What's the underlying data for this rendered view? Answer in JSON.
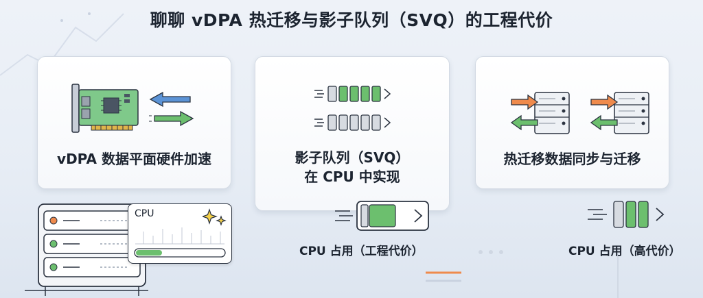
{
  "title": "聊聊 vDPA 热迁移与影子队列（SVQ）的工程代价",
  "cards": [
    {
      "label": "vDPA 数据平面硬件加速"
    },
    {
      "label_line1": "影子队列（SVQ）",
      "label_line2": "在 CPU 中实现"
    },
    {
      "label": "热迁移数据同步与迁移"
    }
  ],
  "cpu_panel": {
    "label": "CPU",
    "usage_level": 0.3
  },
  "captions": {
    "middle": "CPU 占用（工程代价）",
    "right": "CPU 占用（高代价）"
  },
  "colors": {
    "green": "#6cbf6e",
    "blue": "#5b93d6",
    "orange": "#ef8a4c",
    "pcb": "#7fc98a"
  },
  "icons": [
    "nic-card-icon",
    "bidirectional-arrows-icon",
    "queue-icon",
    "server-icon",
    "sparkle-icon",
    "battery-gauge-icon"
  ]
}
